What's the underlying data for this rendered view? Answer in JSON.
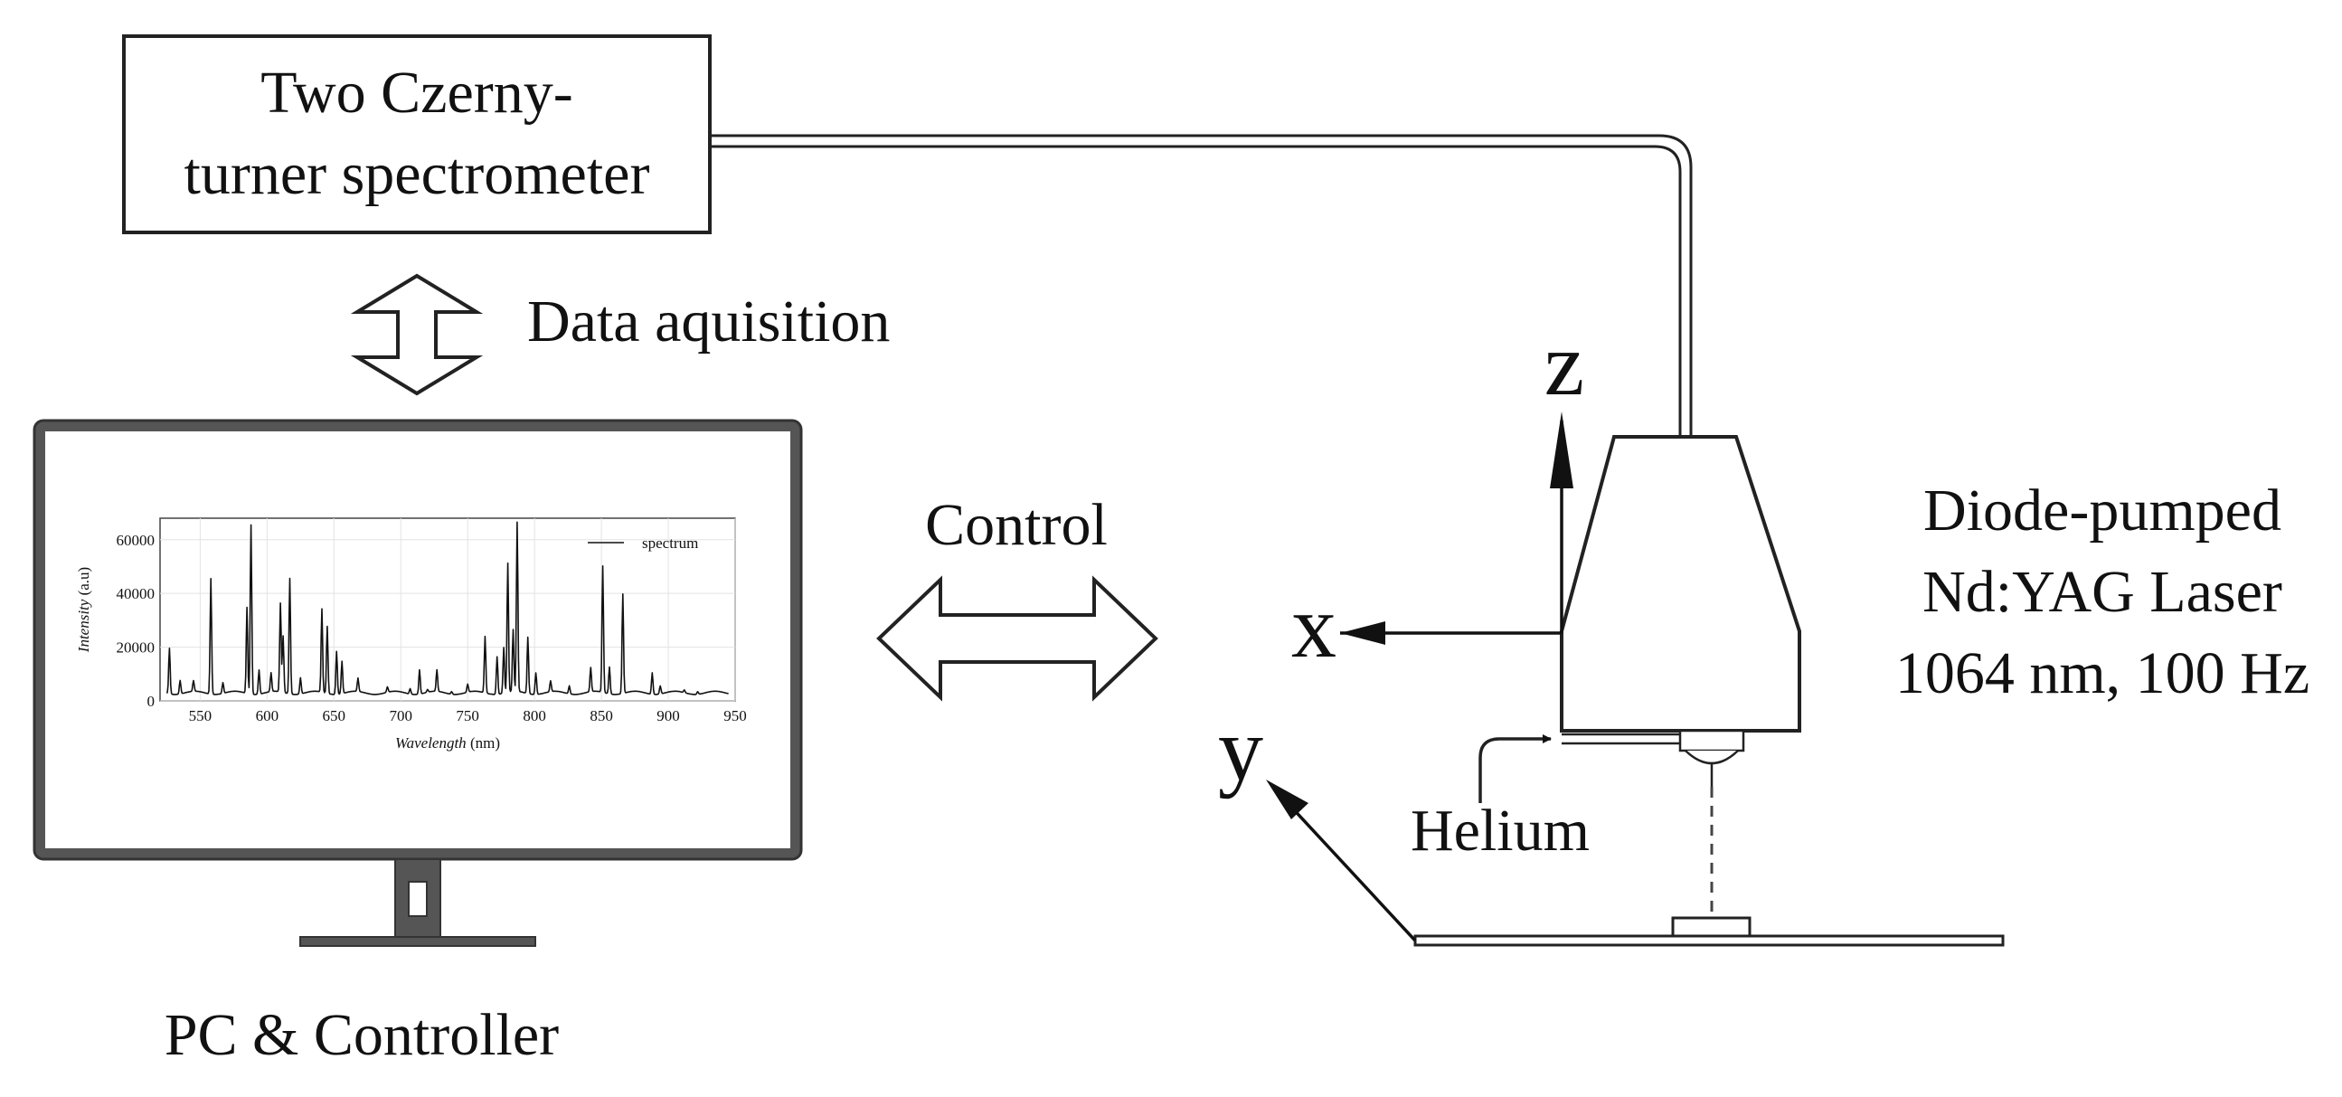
{
  "spectrometer": {
    "line1": "Two Czerny-",
    "line2": "turner spectrometer"
  },
  "data_link": {
    "label": "Data aquisition"
  },
  "pc": {
    "label": "PC & Controller"
  },
  "control_link": {
    "label": "Control"
  },
  "laser": {
    "line1": "Diode-pumped",
    "line2": "Nd:YAG Laser",
    "line3": "1064 nm, 100 Hz"
  },
  "gas": {
    "label": "Helium"
  },
  "axes": {
    "x": "x",
    "y": "y",
    "z": "z"
  },
  "chart_data": {
    "type": "line",
    "xlabel_italic": "Wavelength",
    "xlabel_unit": "(nm)",
    "ylabel_italic": "Intensity",
    "ylabel_unit": "(a.u)",
    "xlim": [
      520,
      950
    ],
    "ylim": [
      0,
      68000
    ],
    "x_ticks": [
      550,
      600,
      650,
      700,
      750,
      800,
      850,
      900,
      950
    ],
    "y_ticks": [
      0,
      20000,
      40000,
      60000
    ],
    "grid": true,
    "legend_position": "top-right",
    "series": [
      {
        "name": "spectrum",
        "baseline": 3000,
        "peaks": [
          [
            527,
            20000
          ],
          [
            535,
            8000
          ],
          [
            545,
            7000
          ],
          [
            558,
            46000
          ],
          [
            567,
            7000
          ],
          [
            585,
            35000
          ],
          [
            588,
            66000
          ],
          [
            594,
            12000
          ],
          [
            603,
            10000
          ],
          [
            610,
            36000
          ],
          [
            612,
            24000
          ],
          [
            617,
            46000
          ],
          [
            625,
            9000
          ],
          [
            641,
            34000
          ],
          [
            645,
            28000
          ],
          [
            652,
            19000
          ],
          [
            656,
            15000
          ],
          [
            668,
            8000
          ],
          [
            690,
            5000
          ],
          [
            707,
            5000
          ],
          [
            714,
            12000
          ],
          [
            720,
            4000
          ],
          [
            727,
            11000
          ],
          [
            738,
            4000
          ],
          [
            750,
            6000
          ],
          [
            763,
            24000
          ],
          [
            772,
            17000
          ],
          [
            777,
            20000
          ],
          [
            780,
            51000
          ],
          [
            784,
            26000
          ],
          [
            787,
            66000
          ],
          [
            795,
            24000
          ],
          [
            801,
            11000
          ],
          [
            812,
            7000
          ],
          [
            826,
            6000
          ],
          [
            842,
            12000
          ],
          [
            851,
            50000
          ],
          [
            856,
            13000
          ],
          [
            866,
            40000
          ],
          [
            888,
            11000
          ],
          [
            894,
            6000
          ],
          [
            912,
            4000
          ],
          [
            922,
            4000
          ],
          [
            940,
            3000
          ]
        ]
      }
    ]
  }
}
